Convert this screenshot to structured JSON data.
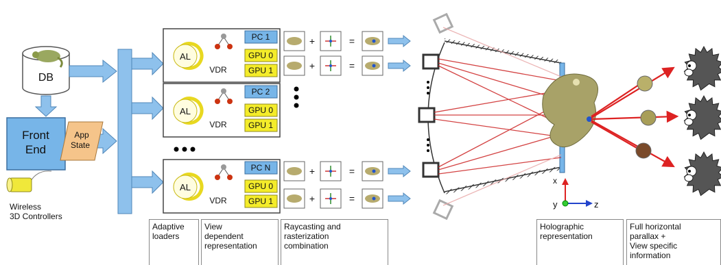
{
  "db": {
    "label": "DB"
  },
  "front_end": {
    "label_line1": "Front",
    "label_line2": "End"
  },
  "app_state": {
    "label_line1": "App",
    "label_line2": "State"
  },
  "controllers": {
    "label_line1": "Wireless",
    "label_line2": "3D Controllers"
  },
  "nodes": [
    {
      "pc": "PC 1",
      "gpu0": "GPU 0",
      "gpu1": "GPU 1",
      "al": "AL",
      "vdr": "VDR"
    },
    {
      "pc": "PC 2",
      "gpu0": "GPU 0",
      "gpu1": "GPU 1",
      "al": "AL",
      "vdr": "VDR"
    },
    {
      "pc": "PC N",
      "gpu0": "GPU 0",
      "gpu1": "GPU 1",
      "al": "AL",
      "vdr": "VDR"
    }
  ],
  "ops": {
    "plus": "+",
    "equals": "="
  },
  "axes": {
    "x": "x",
    "y": "y",
    "z": "z"
  },
  "captions": [
    {
      "text": "Adaptive\nloaders"
    },
    {
      "text": "View\ndependent\nrepresentation"
    },
    {
      "text": "Raycasting and\nrasterization\ncombination"
    },
    {
      "text": "Holographic\nrepresentation"
    },
    {
      "text": "Full horizontal\nparallax +\nView specific\ninformation"
    }
  ],
  "colors": {
    "box_blue": "#77b5e8",
    "gpu_yellow": "#f4ec2a",
    "app_state": "#f5c48a",
    "arrow_blue": "#8ec1ec",
    "ray_red": "#dd2222"
  }
}
